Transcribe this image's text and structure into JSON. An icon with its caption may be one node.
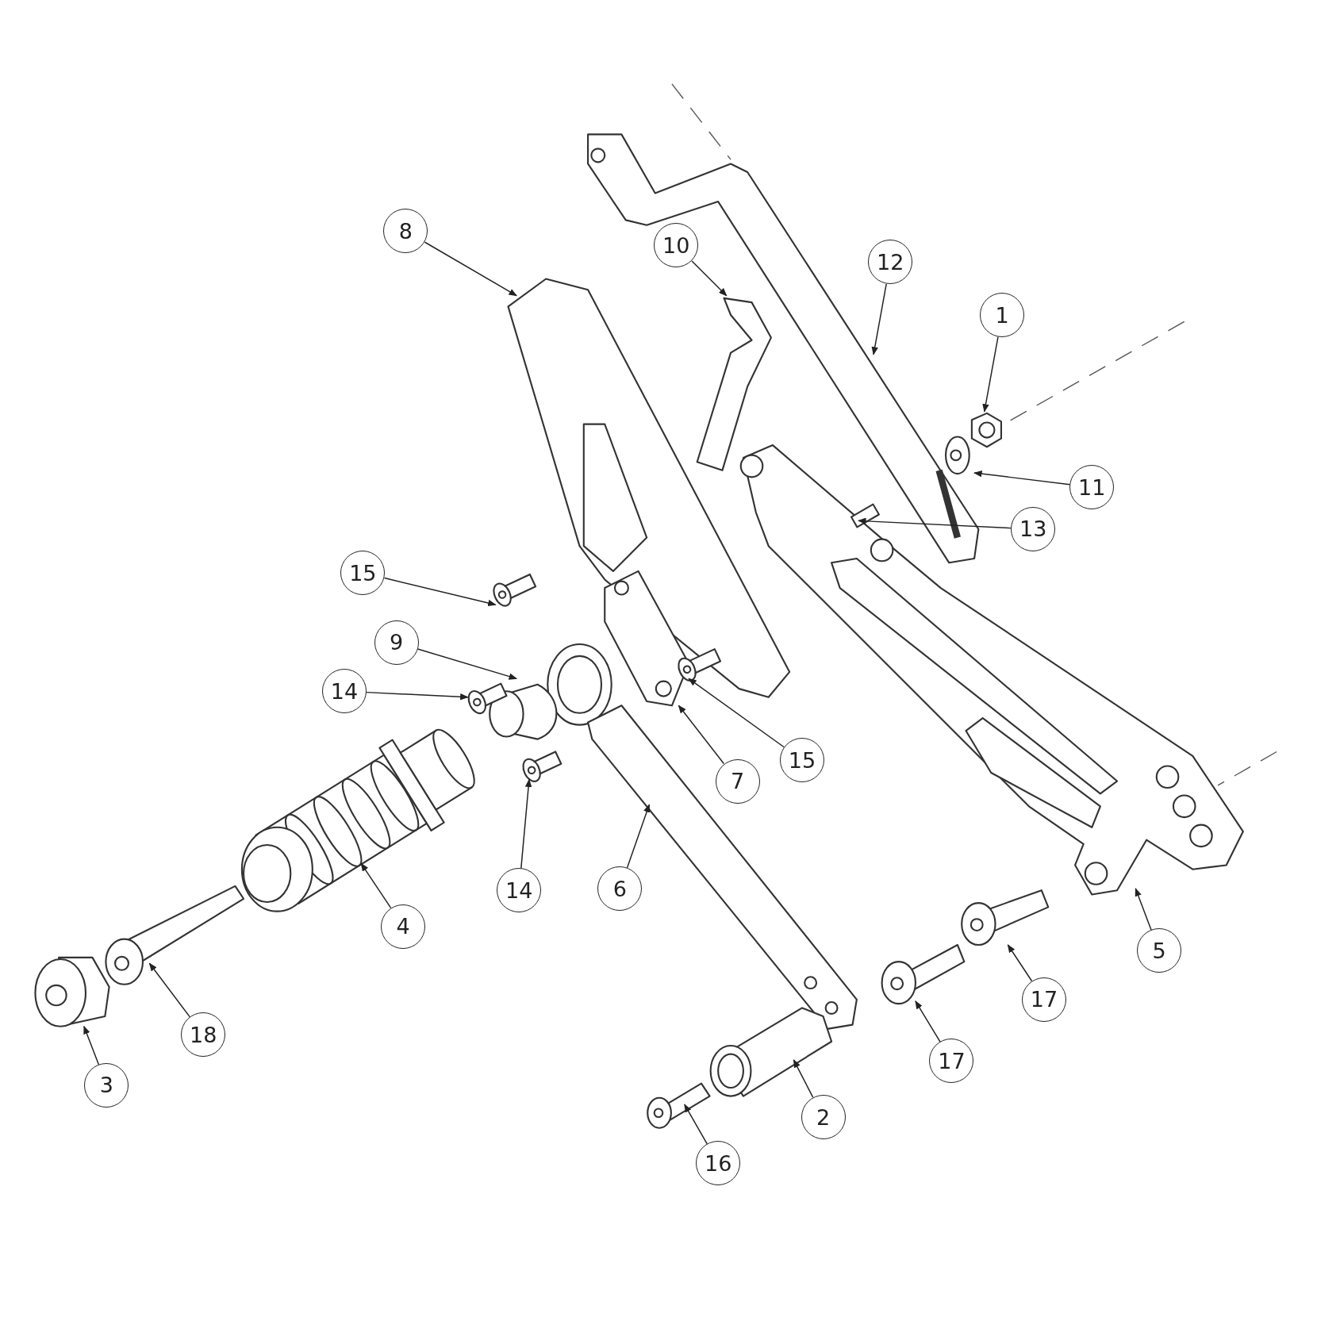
{
  "diagram": {
    "nodes": [
      {
        "text": [
          "8"
        ]
      },
      {
        "text": [
          "10"
        ]
      },
      {
        "text": [
          "12"
        ]
      },
      {
        "text": [
          "1"
        ]
      },
      {
        "text": [
          "11"
        ]
      },
      {
        "text": [
          "13"
        ]
      },
      {
        "text": [
          "15"
        ]
      },
      {
        "text": [
          "9"
        ]
      },
      {
        "text": [
          "14"
        ]
      },
      {
        "text": [
          "15"
        ]
      },
      {
        "text": [
          "7"
        ]
      },
      {
        "text": [
          "14"
        ]
      },
      {
        "text": [
          "6"
        ]
      },
      {
        "text": [
          "4"
        ]
      },
      {
        "text": [
          "5"
        ]
      },
      {
        "text": [
          "17"
        ]
      },
      {
        "text": [
          "18"
        ]
      },
      {
        "text": [
          "17"
        ]
      },
      {
        "text": [
          "3"
        ]
      },
      {
        "text": [
          "2"
        ]
      },
      {
        "text": [
          "16"
        ]
      }
    ],
    "edges": [
      {
        "from": 0,
        "to": null,
        "arrow": "to"
      },
      {
        "from": 1,
        "to": null,
        "arrow": "to"
      },
      {
        "from": 2,
        "to": null,
        "arrow": "to"
      },
      {
        "from": 3,
        "to": null,
        "arrow": "to"
      },
      {
        "from": 4,
        "to": null,
        "arrow": "to"
      },
      {
        "from": 5,
        "to": null,
        "arrow": "to"
      },
      {
        "from": 6,
        "to": null,
        "arrow": "to"
      },
      {
        "from": 7,
        "to": null,
        "arrow": "to"
      },
      {
        "from": 8,
        "to": null,
        "arrow": "to"
      },
      {
        "from": 9,
        "to": null,
        "arrow": "to"
      },
      {
        "from": 10,
        "to": null,
        "arrow": "to"
      },
      {
        "from": 11,
        "to": null,
        "arrow": "to"
      },
      {
        "from": 12,
        "to": null,
        "arrow": "to"
      },
      {
        "from": 13,
        "to": null,
        "arrow": "to"
      },
      {
        "from": 14,
        "to": null,
        "arrow": "to"
      },
      {
        "from": 15,
        "to": null,
        "arrow": "to"
      },
      {
        "from": 16,
        "to": null,
        "arrow": "to"
      },
      {
        "from": 17,
        "to": null,
        "arrow": "to"
      },
      {
        "from": 18,
        "to": null,
        "arrow": "to"
      },
      {
        "from": 19,
        "to": null,
        "arrow": "to"
      },
      {
        "from": 20,
        "to": null,
        "arrow": "to"
      }
    ]
  }
}
